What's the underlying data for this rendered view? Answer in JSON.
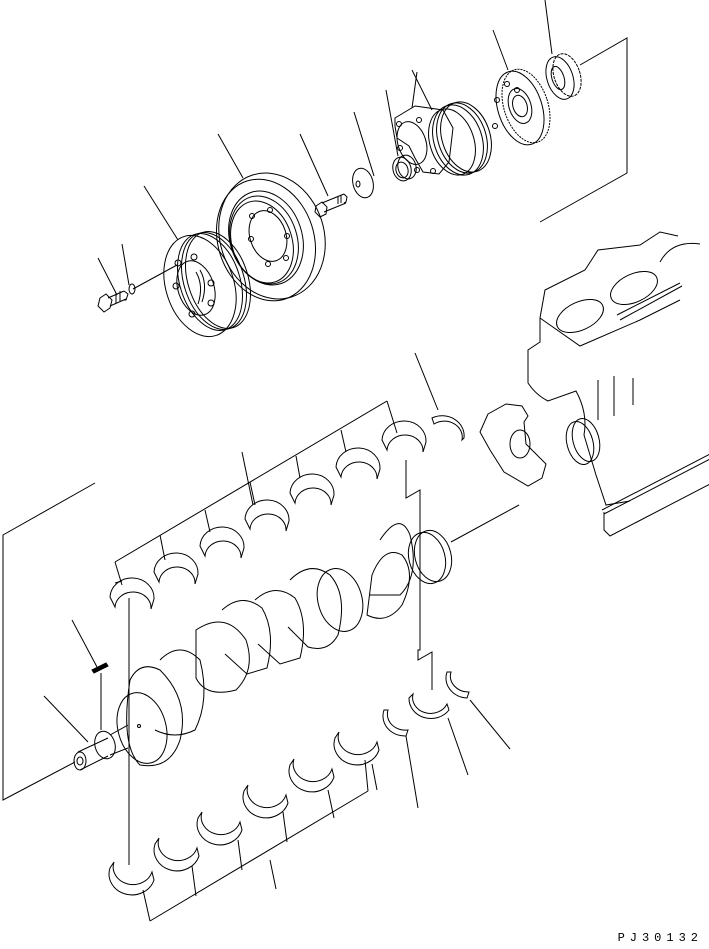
{
  "diagram": {
    "type": "exploded-parts-diagram",
    "subject": "crankshaft assembly",
    "figure_id": "PJ30132",
    "colors": {
      "line": "#000000",
      "background": "#ffffff"
    },
    "parts": [
      {
        "name": "pulley-bolt"
      },
      {
        "name": "washer"
      },
      {
        "name": "crankshaft-pulley"
      },
      {
        "name": "damper"
      },
      {
        "name": "bolt"
      },
      {
        "name": "washer-plate"
      },
      {
        "name": "seal"
      },
      {
        "name": "pulley-hub"
      },
      {
        "name": "crankshaft-gear"
      },
      {
        "name": "gear-ring"
      },
      {
        "name": "upper-main-bearings",
        "count": 7
      },
      {
        "name": "lower-main-bearings",
        "count": 7
      },
      {
        "name": "upper-thrust-washer"
      },
      {
        "name": "lower-thrust-washers",
        "count": 2
      },
      {
        "name": "key"
      },
      {
        "name": "crankshaft"
      },
      {
        "name": "cylinder-block"
      }
    ]
  }
}
